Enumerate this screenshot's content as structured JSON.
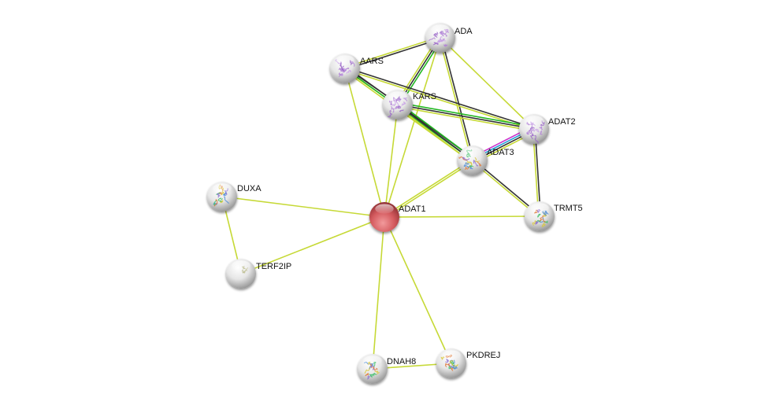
{
  "title": "STRING protein interaction network",
  "query_node": "ADAT1",
  "colors": {
    "query_node": "#d9595d",
    "other_node": "#d8d8d8",
    "textmining": "#c6d936",
    "coexpression": "#333333",
    "database": "#22b722",
    "experiment": "#cc33cc",
    "neighborhood": "#22a0d6"
  },
  "nodes": [
    {
      "id": "ADA",
      "label": "ADA",
      "type": "structure-purple"
    },
    {
      "id": "AARS",
      "label": "AARS",
      "type": "structure-purple"
    },
    {
      "id": "KARS",
      "label": "KARS",
      "type": "structure-purple"
    },
    {
      "id": "ADAT2",
      "label": "ADAT2",
      "type": "structure-purple"
    },
    {
      "id": "ADAT3",
      "label": "ADAT3",
      "type": "structure-multicolor"
    },
    {
      "id": "DUXA",
      "label": "DUXA",
      "type": "structure-multicolor"
    },
    {
      "id": "ADAT1",
      "label": "ADAT1",
      "type": "query"
    },
    {
      "id": "TRMT5",
      "label": "TRMT5",
      "type": "structure-multicolor"
    },
    {
      "id": "TERF2IP",
      "label": "TERF2IP",
      "type": "structure-faint"
    },
    {
      "id": "DNAH8",
      "label": "DNAH8",
      "type": "structure-multicolor"
    },
    {
      "id": "PKDREJ",
      "label": "PKDREJ",
      "type": "structure-multicolor"
    }
  ],
  "edges": [
    {
      "source": "ADA",
      "target": "AARS",
      "channels": [
        "coexpression",
        "textmining"
      ]
    },
    {
      "source": "ADA",
      "target": "KARS",
      "channels": [
        "database",
        "coexpression",
        "textmining"
      ]
    },
    {
      "source": "ADA",
      "target": "ADAT3",
      "channels": [
        "coexpression",
        "textmining"
      ]
    },
    {
      "source": "ADA",
      "target": "ADAT2",
      "channels": [
        "textmining"
      ]
    },
    {
      "source": "ADA",
      "target": "ADAT1",
      "channels": [
        "textmining"
      ]
    },
    {
      "source": "AARS",
      "target": "KARS",
      "channels": [
        "coexpression",
        "textmining"
      ]
    },
    {
      "source": "AARS",
      "target": "ADAT3",
      "channels": [
        "coexpression",
        "database",
        "textmining"
      ]
    },
    {
      "source": "AARS",
      "target": "ADAT2",
      "channels": [
        "coexpression",
        "textmining"
      ]
    },
    {
      "source": "AARS",
      "target": "ADAT1",
      "channels": [
        "textmining"
      ]
    },
    {
      "source": "KARS",
      "target": "ADAT3",
      "channels": [
        "database",
        "coexpression",
        "textmining"
      ]
    },
    {
      "source": "KARS",
      "target": "ADAT2",
      "channels": [
        "database",
        "coexpression",
        "textmining"
      ]
    },
    {
      "source": "KARS",
      "target": "ADAT1",
      "channels": [
        "textmining"
      ]
    },
    {
      "source": "ADAT2",
      "target": "ADAT3",
      "channels": [
        "textmining",
        "coexpression",
        "neighborhood",
        "experiment"
      ]
    },
    {
      "source": "ADAT2",
      "target": "TRMT5",
      "channels": [
        "coexpression",
        "textmining"
      ]
    },
    {
      "source": "ADAT3",
      "target": "ADAT1",
      "channels": [
        "textmining",
        "textmining"
      ]
    },
    {
      "source": "ADAT3",
      "target": "TRMT5",
      "channels": [
        "coexpression",
        "textmining"
      ]
    },
    {
      "source": "ADAT1",
      "target": "TRMT5",
      "channels": [
        "textmining"
      ]
    },
    {
      "source": "ADAT1",
      "target": "DUXA",
      "channels": [
        "textmining"
      ]
    },
    {
      "source": "ADAT1",
      "target": "TERF2IP",
      "channels": [
        "textmining"
      ]
    },
    {
      "source": "ADAT1",
      "target": "DNAH8",
      "channels": [
        "textmining"
      ]
    },
    {
      "source": "ADAT1",
      "target": "PKDREJ",
      "channels": [
        "textmining"
      ]
    },
    {
      "source": "DUXA",
      "target": "TERF2IP",
      "channels": [
        "textmining"
      ]
    },
    {
      "source": "DNAH8",
      "target": "PKDREJ",
      "channels": [
        "textmining"
      ]
    }
  ]
}
